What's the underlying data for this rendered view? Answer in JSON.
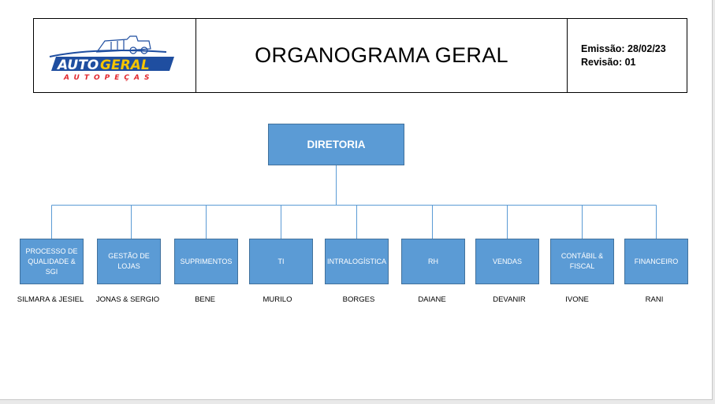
{
  "header": {
    "logo_text_main": "AUTO GERAL",
    "logo_text_sub": "AUTOPEÇAS",
    "title": "ORGANOGRAMA GERAL",
    "emissao": "Emissão: 28/02/23",
    "revisao": "Revisão: 01"
  },
  "colors": {
    "box_fill": "#5b9bd5",
    "box_border": "#41719c",
    "connector": "#5b9bd5",
    "logo_blue": "#1f4ea0",
    "logo_yellow": "#f5c400",
    "logo_red": "#e2282e"
  },
  "org": {
    "top": "DIRETORIA",
    "departments": [
      {
        "label": "PROCESSO DE QUALIDADE & SGI",
        "responsible": "SILMARA & JESIEL"
      },
      {
        "label": "GESTÃO DE LOJAS",
        "responsible": "JONAS & SERGIO"
      },
      {
        "label": "SUPRIMENTOS",
        "responsible": "BENE"
      },
      {
        "label": "TI",
        "responsible": "MURILO"
      },
      {
        "label": "INTRALOGÍSTICA",
        "responsible": "BORGES"
      },
      {
        "label": "RH",
        "responsible": "DAIANE"
      },
      {
        "label": "VENDAS",
        "responsible": "DEVANIR"
      },
      {
        "label": "CONTÁBIL & FISCAL",
        "responsible": "IVONE"
      },
      {
        "label": "FINANCEIRO",
        "responsible": "RANI"
      }
    ]
  }
}
